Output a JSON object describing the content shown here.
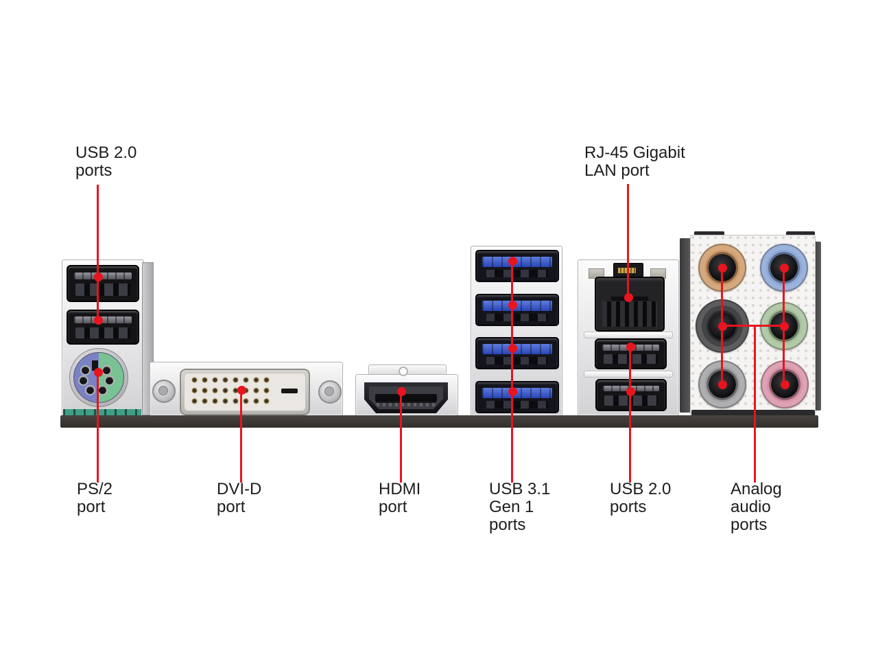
{
  "page": {
    "description": "Motherboard rear I/O panel port identification diagram",
    "background_color": "#ffffff",
    "accent_color": "#e8141e",
    "text_color": "#1d1d1f"
  },
  "annotations": {
    "usb2_left": {
      "label": "USB 2.0\nports"
    },
    "rj45": {
      "label": "RJ-45 Gigabit\nLAN port"
    },
    "ps2": {
      "label": "PS/2\nport"
    },
    "dvi": {
      "label": "DVI-D\nport"
    },
    "hdmi": {
      "label": "HDMI\nport"
    },
    "usb31": {
      "label": "USB 3.1\nGen 1\nports"
    },
    "usb2_right": {
      "label": "USB 2.0\nports"
    },
    "audio": {
      "label": "Analog\naudio\nports"
    }
  },
  "ports_inventory": {
    "usb2_left_count": 2,
    "ps2_count": 1,
    "dvi_count": 1,
    "hdmi_count": 1,
    "usb31_count": 4,
    "lan_count": 1,
    "usb2_right_count": 2,
    "audio_jack_count": 6
  },
  "audio_jacks": [
    {
      "color_name": "orange",
      "color": "#cf9b6a"
    },
    {
      "color_name": "blue",
      "color": "#8ba6d6"
    },
    {
      "color_name": "black",
      "color": "#434346"
    },
    {
      "color_name": "green",
      "color": "#a6c29c"
    },
    {
      "color_name": "gray",
      "color": "#a2a2a6"
    },
    {
      "color_name": "pink",
      "color": "#d893a7"
    }
  ],
  "ps2_port_colors": {
    "left_half": "#7a82c4",
    "right_half": "#79c293"
  }
}
